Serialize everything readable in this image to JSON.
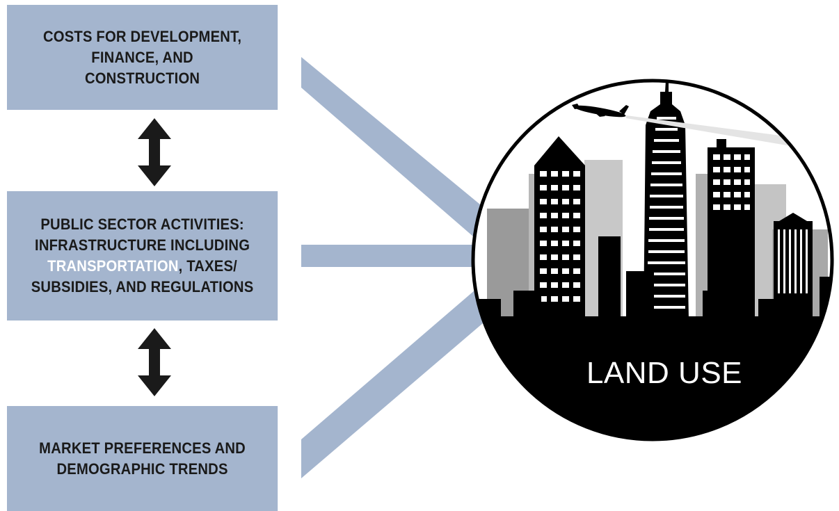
{
  "boxes": {
    "costs": {
      "line1": "COSTS FOR DEVELOPMENT,",
      "line2": "FINANCE, AND",
      "line3": "CONSTRUCTION"
    },
    "public_sector": {
      "line1": "PUBLIC SECTOR ACTIVITIES:",
      "line2": "INFRASTRUCTURE INCLUDING",
      "line3_highlight": "TRANSPORTATION",
      "line3_rest": ", TAXES/",
      "line4": "SUBSIDIES, AND REGULATIONS"
    },
    "market": {
      "line1": "MARKET PREFERENCES AND",
      "line2": "DEMOGRAPHIC TRENDS"
    }
  },
  "land_use_label": "LAND USE",
  "colors": {
    "box_fill": "#a4b5ce",
    "arrow_fill": "#a4b5ce",
    "highlight_text": "#ffffff",
    "skyline": "#000000"
  },
  "icons": [
    "double-arrow-icon",
    "city-skyline-icon",
    "airplane-icon"
  ]
}
